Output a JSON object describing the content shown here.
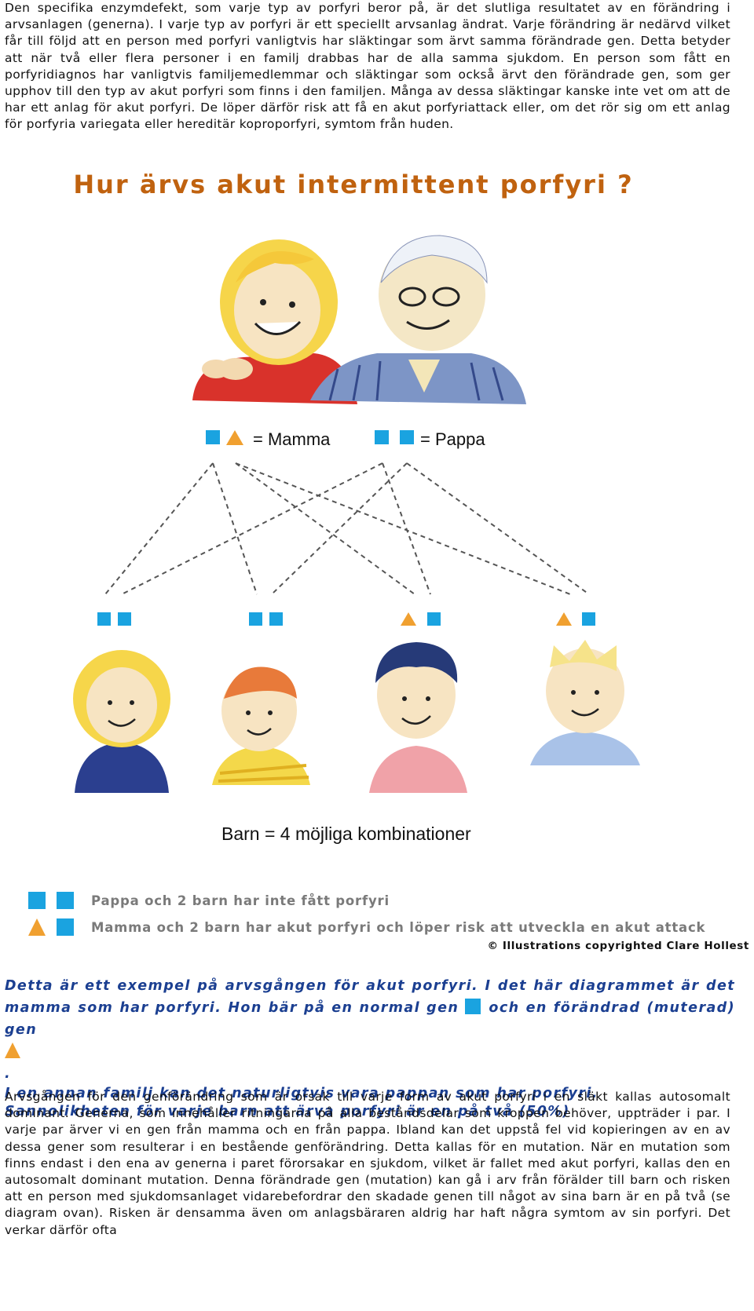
{
  "intro": "Den specifika enzymdefekt, som varje typ av porfyri beror på, är det slutliga resultatet av en förändring i arvsanlagen (generna). I varje typ av porfyri är ett speciellt arvsanlag ändrat. Varje förändring är nedärvd vilket får till följd att en person med porfyri vanligtvis har släktingar som ärvt samma förändrade gen. Detta betyder att när två eller flera personer i en familj drabbas har de alla samma sjukdom. En person som fått en porfyridiagnos har vanligtvis familjemedlemmar och släktingar som också ärvt den förändrade gen, som ger upphov till den typ av akut porfyri som finns i den familjen. Många av dessa släktingar kanske inte vet om att de har ett anlag för akut porfyri. De löper därför risk att få en akut porfyriattack eller, om det rör sig om ett anlag för porfyria variegata eller hereditär koproporfyri, symtom från huden.",
  "heading": "Hur ärvs akut intermittent porfyri ?",
  "diagram": {
    "mamma_label": "= Mamma",
    "pappa_label": "= Pappa",
    "children_label": "Barn = 4 möjliga kombinationer"
  },
  "legend": {
    "row1": "Pappa och 2 barn har inte fått porfyri",
    "row2": "Mamma och 2 barn har akut porfyri och löper risk att utveckla en akut attack"
  },
  "copyright": "© Illustrations copyrighted Clare Hollest",
  "example": {
    "part1": "Detta är ett exempel på arvsgången för akut porfyri. I det här diagrammet är det mamma som har porfyri. Hon bär på en normal gen",
    "part2": "och en förändrad (muterad) gen",
    "part3": ".",
    "line2": "I en annan familj kan det naturligtvis vara pappan som har porfyri.",
    "line3": "Sannolikheten för varje barn att ärva porfyri är en på två (50%)"
  },
  "genetics": "Arvsgången för den genförändring som är orsak till varje form av akut porfyri i en släkt kallas autosomalt dominant. Generna, som innehåller ritningarna på alla beståndsdelar som kroppen behöver, uppträder i par. I varje par ärver vi en gen från mamma och en från pappa. Ibland kan det uppstå fel vid kopieringen av en av dessa gener som resulterar i en bestående genförändring. Detta kallas för en mutation. När en mutation som finns endast i den ena av generna i paret förorsakar en sjukdom, vilket är fallet med akut porfyri, kallas den en autosomalt dominant mutation. Denna förändrade gen (mutation) kan gå i arv från förälder till barn och risken att en person med sjukdomsanlaget vidarebefordrar den skadade genen till något av sina barn är en på två (se diagram ovan). Risken är densamma även om anlagsbäraren aldrig har haft några symtom av sin porfyri. Det verkar därför ofta",
  "colors": {
    "heading": "#c0620f",
    "gene_normal": "#1aa3e0",
    "gene_mutated": "#f0a030",
    "example_text": "#1b3f91",
    "legend_text": "#7a7a7a"
  }
}
